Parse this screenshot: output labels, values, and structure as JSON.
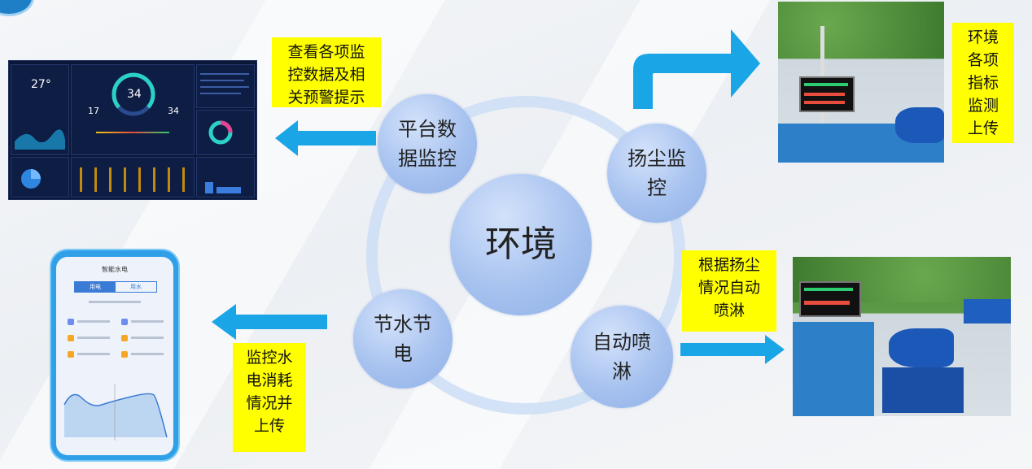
{
  "center": {
    "label": "环境"
  },
  "nodes": {
    "platform": {
      "line1": "平台数",
      "line2": "据监控"
    },
    "dust": {
      "line1": "扬尘监",
      "line2": "控"
    },
    "spray": {
      "line1": "自动喷",
      "line2": "淋"
    },
    "water": {
      "line1": "节水节",
      "line2": "电"
    }
  },
  "notes": {
    "platform": {
      "line1": "查看各项监",
      "line2": "控数据及相",
      "line3": "关预警提示"
    },
    "dust": {
      "line1": "环境",
      "line2": "各项",
      "line3": "指标",
      "line4": "监测",
      "line5": "上传"
    },
    "spray": {
      "line1": "根据扬尘",
      "line2": "情况自动",
      "line3": "喷淋"
    },
    "water": {
      "line1": "监控水",
      "line2": "电消耗",
      "line3": "情况并",
      "line4": "上传"
    }
  },
  "dashboard": {
    "temp": "27°",
    "gauge_center": "34",
    "gauge_left": "17",
    "gauge_right": "34"
  },
  "phone": {
    "title": "智能水电",
    "tab_left": "用电",
    "tab_right": "用水"
  },
  "colors": {
    "arrow": "#1aa6e6",
    "note": "#ffff00",
    "bubble": "#a7c2ef",
    "ring": "#cddef4"
  }
}
